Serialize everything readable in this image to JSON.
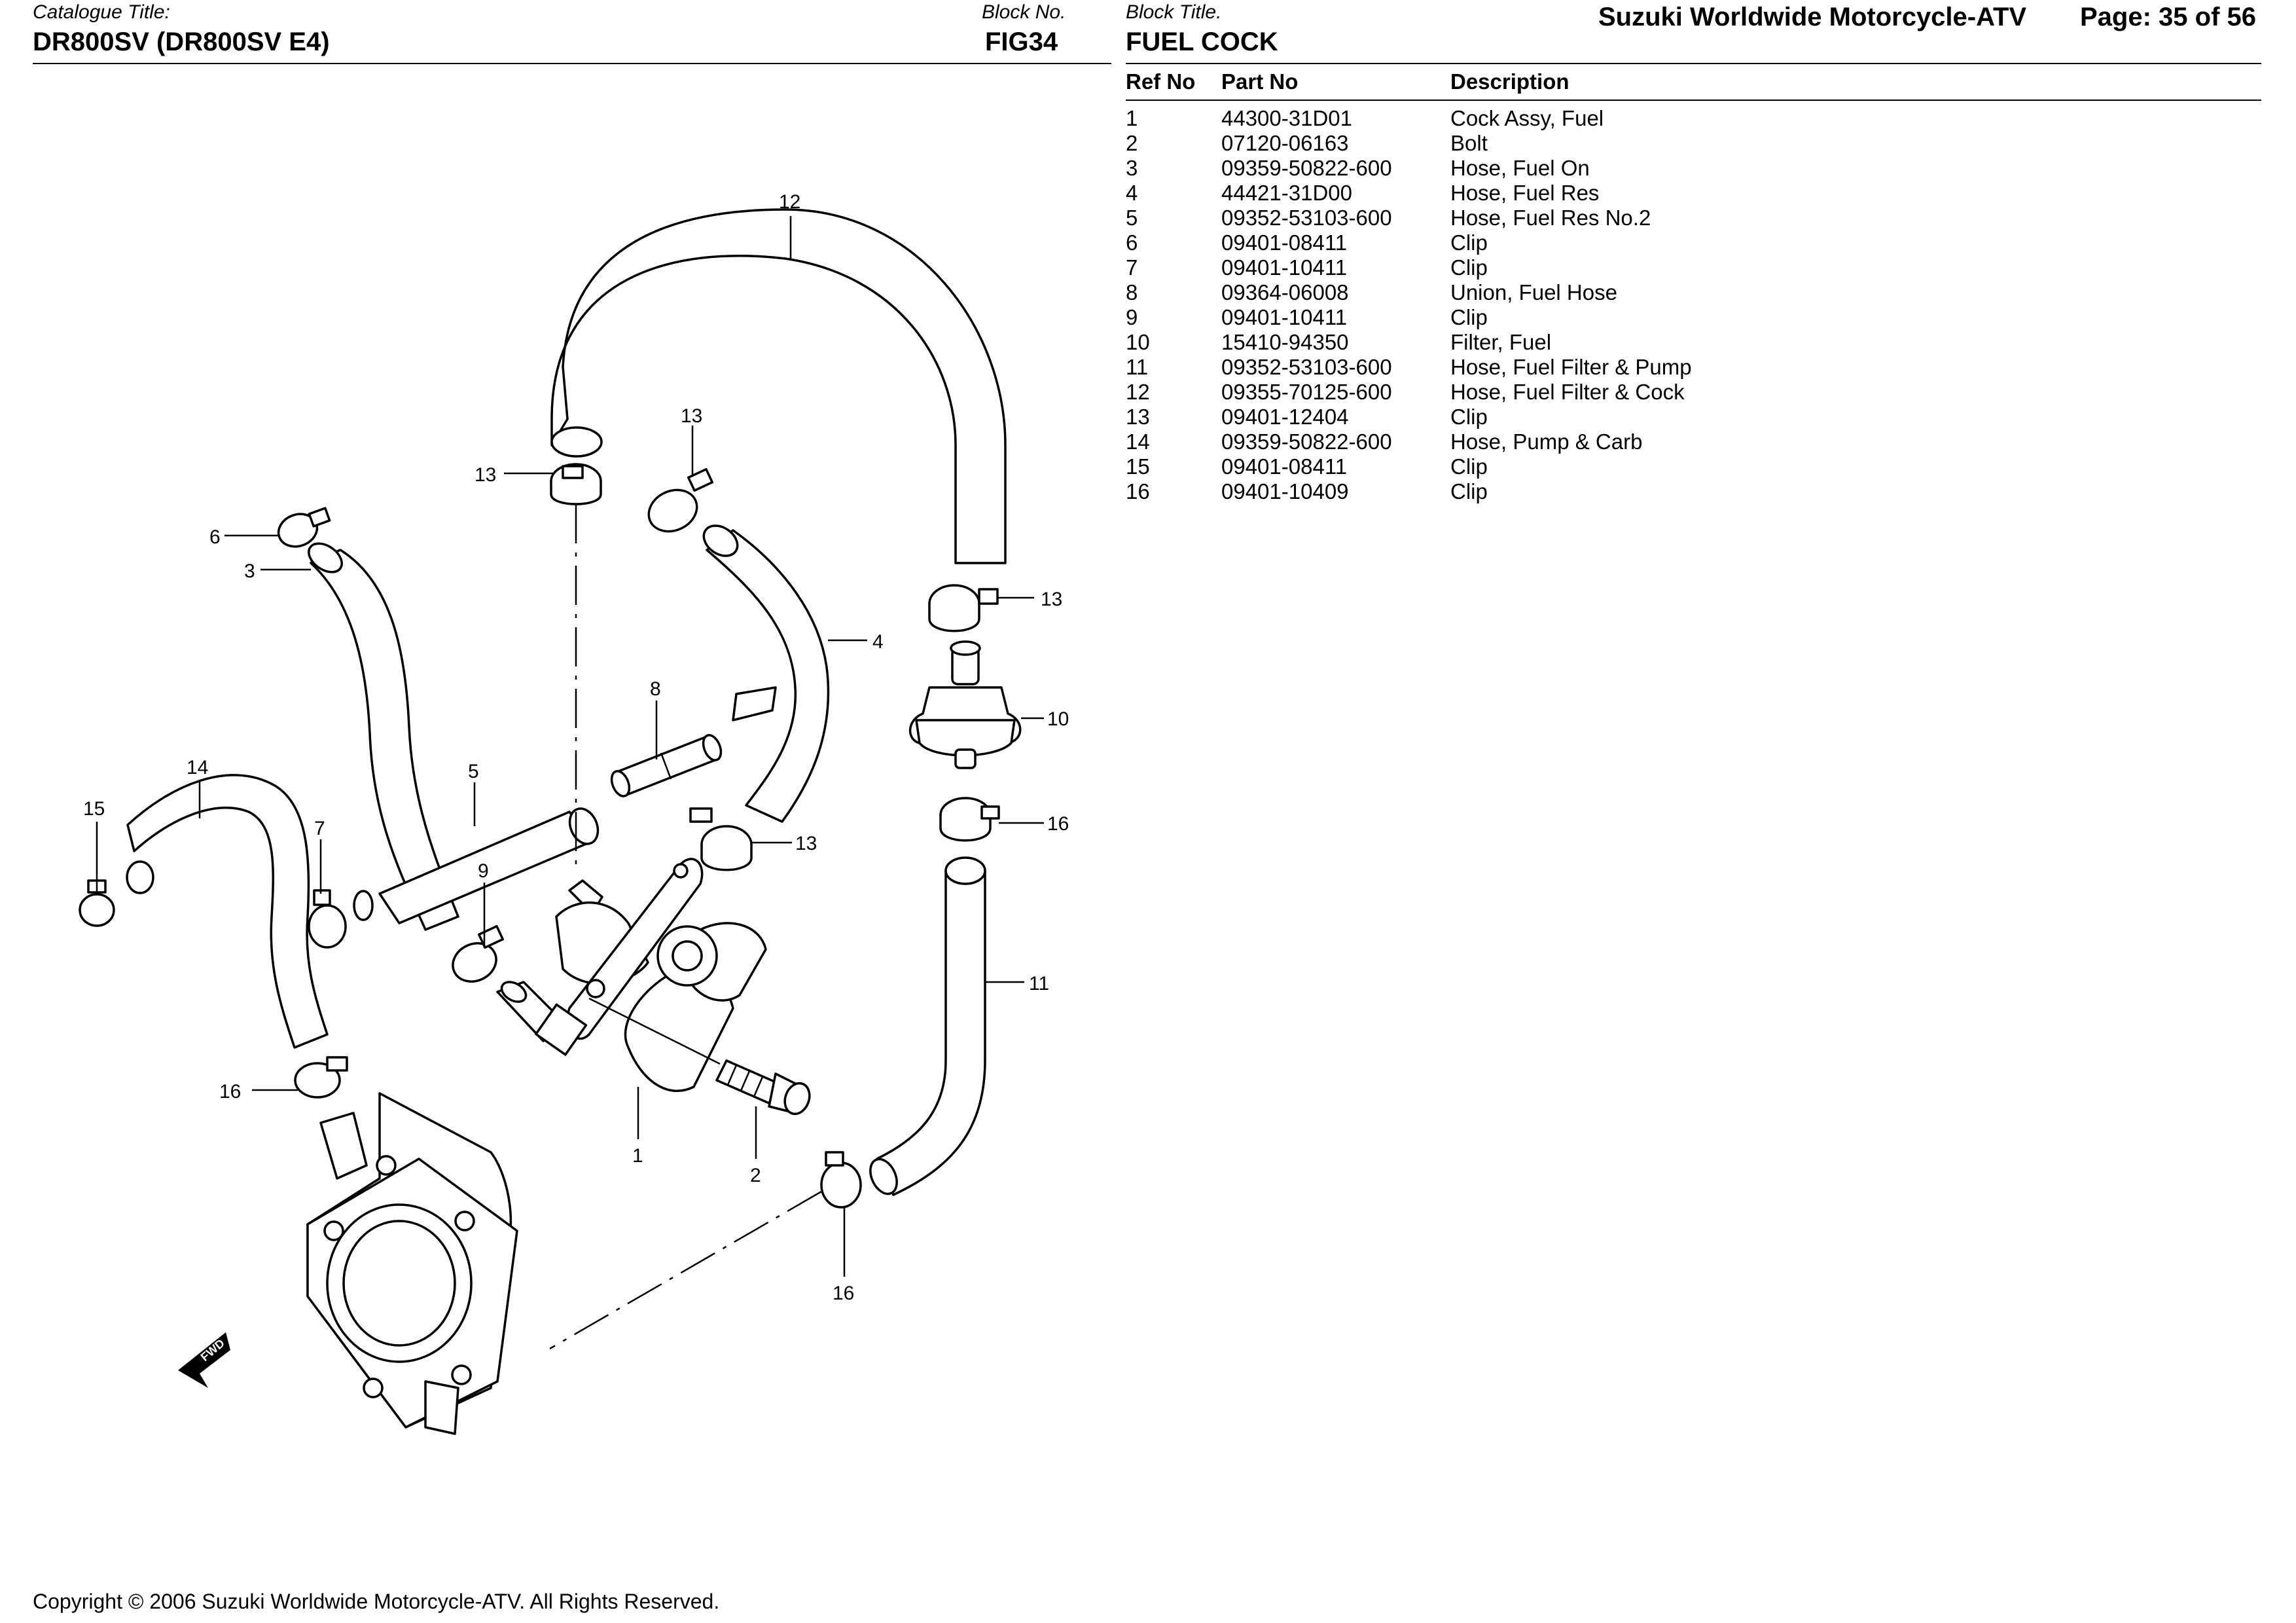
{
  "header": {
    "catalogue_label": "Catalogue Title:",
    "catalogue_title": "DR800SV (DR800SV E4)",
    "block_no_label": "Block No.",
    "block_no": "FIG34",
    "block_title_label": "Block Title.",
    "block_title": "FUEL COCK",
    "brand": "Suzuki Worldwide Motorcycle-ATV",
    "page": "Page: 35 of 56"
  },
  "table": {
    "columns": [
      "Ref No",
      "Part No",
      "Description"
    ],
    "rows": [
      {
        "ref": "1",
        "part": "44300-31D01",
        "desc": "Cock Assy, Fuel"
      },
      {
        "ref": "2",
        "part": "07120-06163",
        "desc": "Bolt"
      },
      {
        "ref": "3",
        "part": "09359-50822-600",
        "desc": "Hose, Fuel On"
      },
      {
        "ref": "4",
        "part": "44421-31D00",
        "desc": "Hose, Fuel Res"
      },
      {
        "ref": "5",
        "part": "09352-53103-600",
        "desc": "Hose, Fuel Res No.2"
      },
      {
        "ref": "6",
        "part": "09401-08411",
        "desc": "Clip"
      },
      {
        "ref": "7",
        "part": "09401-10411",
        "desc": "Clip"
      },
      {
        "ref": "8",
        "part": "09364-06008",
        "desc": "Union, Fuel Hose"
      },
      {
        "ref": "9",
        "part": "09401-10411",
        "desc": "Clip"
      },
      {
        "ref": "10",
        "part": "15410-94350",
        "desc": "Filter, Fuel"
      },
      {
        "ref": "11",
        "part": "09352-53103-600",
        "desc": "Hose, Fuel Filter & Pump"
      },
      {
        "ref": "12",
        "part": "09355-70125-600",
        "desc": "Hose, Fuel Filter & Cock"
      },
      {
        "ref": "13",
        "part": "09401-12404",
        "desc": "Clip"
      },
      {
        "ref": "14",
        "part": "09359-50822-600",
        "desc": "Hose, Pump & Carb"
      },
      {
        "ref": "15",
        "part": "09401-08411",
        "desc": "Clip"
      },
      {
        "ref": "16",
        "part": "09401-10409",
        "desc": "Clip"
      }
    ]
  },
  "diagram": {
    "fwd_text": "FWD",
    "callouts": {
      "c12": "12",
      "c13a": "13",
      "c13b": "13",
      "c6": "6",
      "c3": "3",
      "c13c": "13",
      "c4": "4",
      "c8": "8",
      "c10": "10",
      "c14": "14",
      "c5": "5",
      "c15": "15",
      "c7": "7",
      "c13d": "13",
      "c16a": "16",
      "c9": "9",
      "c11": "11",
      "c16b": "16",
      "c1": "1",
      "c2": "2",
      "c16c": "16"
    }
  },
  "footer": {
    "copyright": "Copyright © 2006  Suzuki Worldwide Motorcycle-ATV.  All Rights Reserved."
  }
}
